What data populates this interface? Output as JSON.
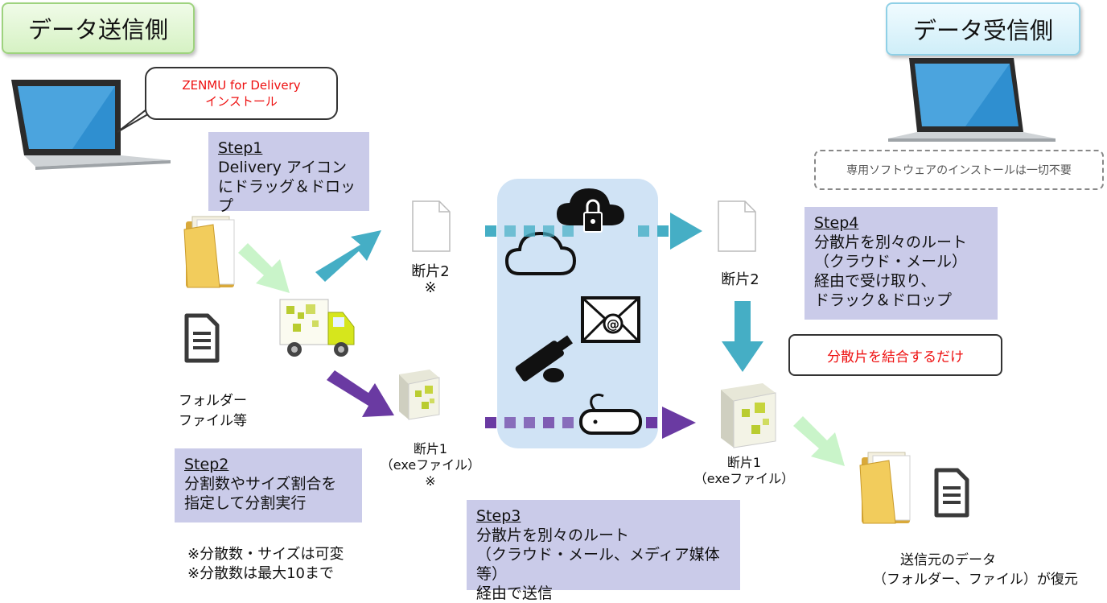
{
  "sender": {
    "title": "データ送信側"
  },
  "receiver": {
    "title": "データ受信側"
  },
  "callout": {
    "line1": "ZENMU for Delivery",
    "line2": "インストール"
  },
  "no_install_note": "専用ソフトウェアのインストールは一切不要",
  "step1": {
    "title": "Step1",
    "lines": [
      "Delivery アイコン",
      "にドラッグ＆ドロップ"
    ]
  },
  "step2": {
    "title": "Step2",
    "lines": [
      "分割数やサイズ割合を",
      "指定して分割実行"
    ]
  },
  "step3": {
    "title": "Step3",
    "lines": [
      "分散片を別々のルート",
      "（クラウド・メール、メディア媒体等）",
      "経由で送信"
    ]
  },
  "step4": {
    "title": "Step4",
    "lines": [
      "分散片を別々のルート",
      "（クラウド・メール）",
      "経由で受け取り、",
      "ドラック＆ドロップ"
    ]
  },
  "folder_label": {
    "line1": "フォルダー",
    "line2": "ファイル等"
  },
  "fragment2_send": {
    "line1": "断片2",
    "line2": "※"
  },
  "fragment1_send": {
    "line1": "断片1",
    "line2": "（exeファイル）",
    "line3": "※"
  },
  "fragment2_recv": {
    "line1": "断片2"
  },
  "fragment1_recv": {
    "line1": "断片1",
    "line2": "（exeファイル）"
  },
  "combine_note": "分散片を結合するだけ",
  "variable_note": {
    "line1": "※分散数・サイズは可変",
    "line2": "※分散数は最大10まで"
  },
  "restore_label": {
    "line1": "送信元のデータ",
    "line2": "（フォルダー、ファイル）が復元"
  },
  "colors": {
    "teal": "#45aec5",
    "purple": "#6a3aa2",
    "light_green": "#c9f4c9",
    "step_bg": "#cacbe9",
    "red_text": "#ee1111",
    "channel_bg": "#c8def3"
  }
}
